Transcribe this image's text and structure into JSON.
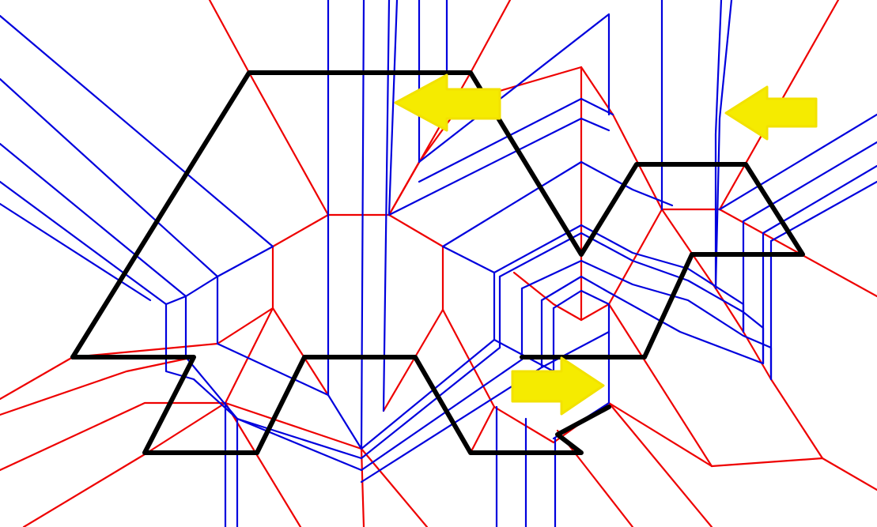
{
  "colors": {
    "background": "#ffffff",
    "mountain": "#ee0000",
    "valley": "#0000dd",
    "border": "#000000",
    "arrow": "#f5eb00"
  },
  "arrows": [
    {
      "direction": "left"
    },
    {
      "direction": "left"
    },
    {
      "direction": "right"
    }
  ]
}
